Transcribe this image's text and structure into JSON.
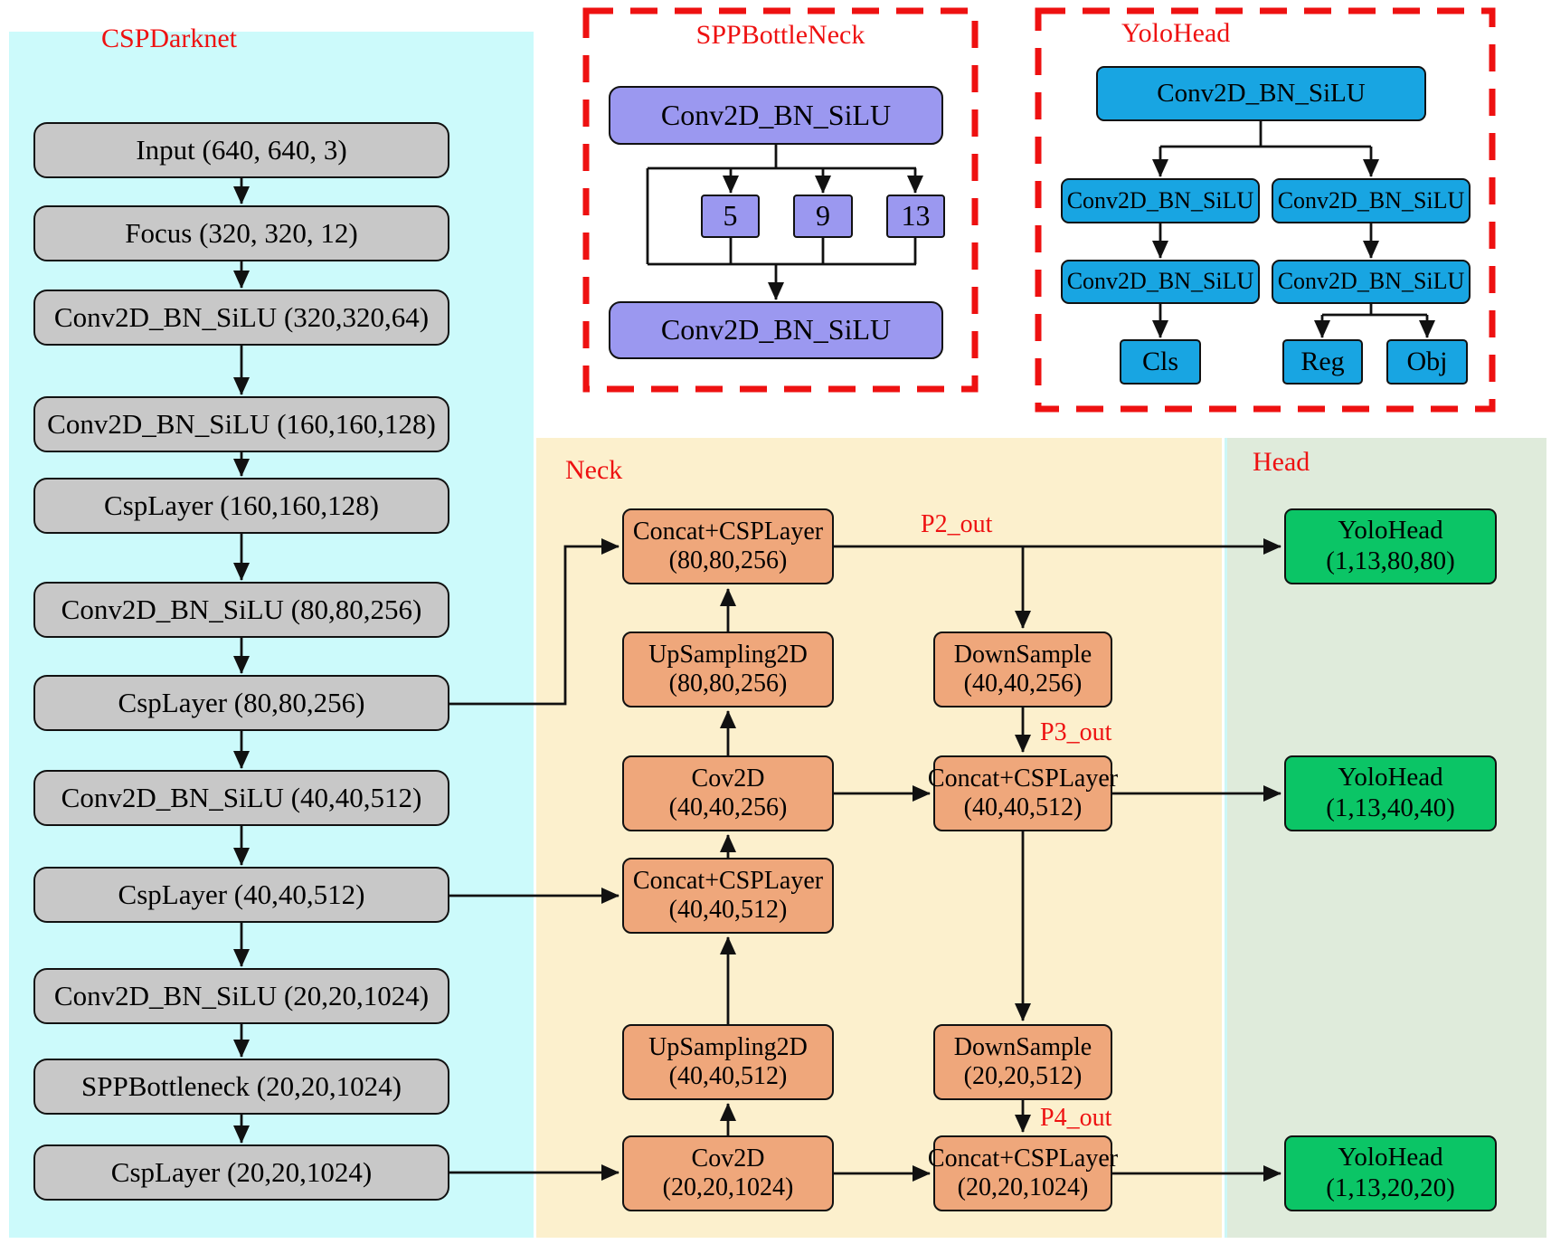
{
  "colors": {
    "backbone_panel": "#ccfafb",
    "neck_panel": "#fcf0cd",
    "head_panel": "#dfebdb",
    "gray_node": "#c8c8c8",
    "purple_node": "#9b98f0",
    "blue_node": "#18a5e2",
    "orange_node": "#efa77b",
    "green_node": "#0bc566",
    "accent_red": "#ee1111",
    "wire_black": "#111111"
  },
  "backbone": {
    "title": "CSPDarknet",
    "layers": [
      {
        "label": "Input (640, 640, 3)"
      },
      {
        "label": "Focus (320, 320, 12)"
      },
      {
        "label": "Conv2D_BN_SiLU (320,320,64)"
      },
      {
        "label": "Conv2D_BN_SiLU (160,160,128)"
      },
      {
        "label": "CspLayer (160,160,128)"
      },
      {
        "label": "Conv2D_BN_SiLU (80,80,256)"
      },
      {
        "label": "CspLayer (80,80,256)"
      },
      {
        "label": "Conv2D_BN_SiLU (40,40,512)"
      },
      {
        "label": "CspLayer (40,40,512)"
      },
      {
        "label": "Conv2D_BN_SiLU (20,20,1024)"
      },
      {
        "label": "SPPBottleneck (20,20,1024)"
      },
      {
        "label": "CspLayer (20,20,1024)"
      }
    ]
  },
  "spp": {
    "title": "SPPBottleNeck",
    "top_conv": "Conv2D_BN_SiLU",
    "kernels": [
      "5",
      "9",
      "13"
    ],
    "bottom_conv": "Conv2D_BN_SiLU"
  },
  "yolohead_detail": {
    "title": "YoloHead",
    "stem": "Conv2D_BN_SiLU",
    "left_conv1": "Conv2D_BN_SiLU",
    "left_conv2": "Conv2D_BN_SiLU",
    "right_conv1": "Conv2D_BN_SiLU",
    "right_conv2": "Conv2D_BN_SiLU",
    "out_cls": "Cls",
    "out_reg": "Reg",
    "out_obj": "Obj"
  },
  "neck": {
    "title": "Neck",
    "p2_label": "P2_out",
    "p3_label": "P3_out",
    "p4_label": "P4_out",
    "concat80": {
      "name": "Concat+CSPLayer",
      "dims": "(80,80,256)"
    },
    "up80": {
      "name": "UpSampling2D",
      "dims": "(80,80,256)"
    },
    "cov40": {
      "name": "Cov2D",
      "dims": "(40,40,256)"
    },
    "concat40l": {
      "name": "Concat+CSPLayer",
      "dims": "(40,40,512)"
    },
    "up40": {
      "name": "UpSampling2D",
      "dims": "(40,40,512)"
    },
    "cov20": {
      "name": "Cov2D",
      "dims": "(20,20,1024)"
    },
    "down40": {
      "name": "DownSample",
      "dims": "(40,40,256)"
    },
    "concat40r": {
      "name": "Concat+CSPLayer",
      "dims": "(40,40,512)"
    },
    "down20": {
      "name": "DownSample",
      "dims": "(20,20,512)"
    },
    "concat20": {
      "name": "Concat+CSPLayer",
      "dims": "(20,20,1024)"
    }
  },
  "head": {
    "title": "Head",
    "out80": {
      "name": "YoloHead",
      "dims": "(1,13,80,80)"
    },
    "out40": {
      "name": "YoloHead",
      "dims": "(1,13,40,40)"
    },
    "out20": {
      "name": "YoloHead",
      "dims": "(1,13,20,20)"
    }
  }
}
